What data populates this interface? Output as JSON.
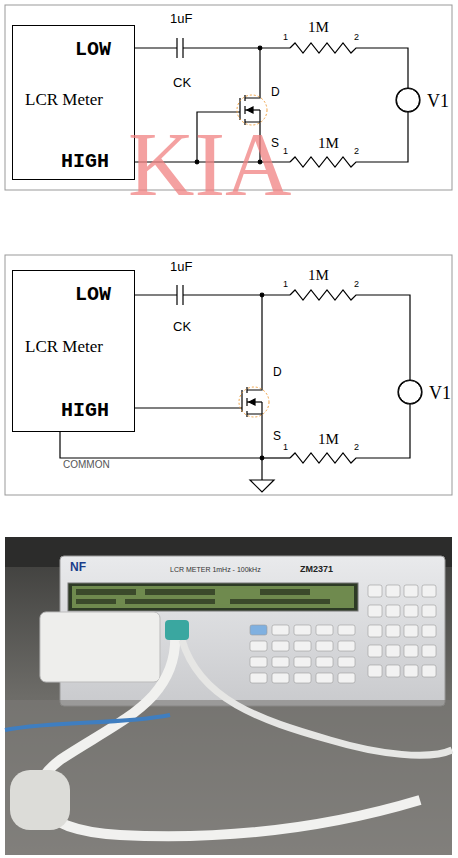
{
  "diagram": {
    "nodes": [
      {
        "text": [
          "LOW",
          "LCR Meter",
          "HIGH"
        ]
      },
      {
        "text": [
          "V1"
        ]
      },
      {
        "text": [
          "LOW",
          "LCR Meter",
          "HIGH"
        ]
      },
      {
        "text": [
          "V1"
        ]
      }
    ],
    "labels": [
      "1uF",
      "CK",
      "1M",
      "1",
      "2",
      "D",
      "S",
      "1M",
      "1",
      "2",
      "KIA",
      "1uF",
      "CK",
      "1M",
      "1",
      "2",
      "D",
      "S",
      "1M",
      "1",
      "2",
      "COMMON",
      "NF",
      "LCR METER 1mHz - 100kHz",
      "ZM2371"
    ]
  }
}
